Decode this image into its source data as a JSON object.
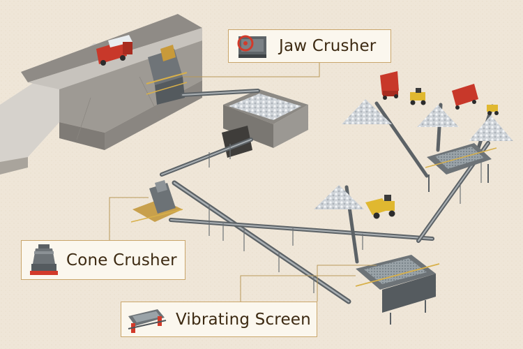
{
  "labels": {
    "jaw_crusher": "Jaw Crusher",
    "cone_crusher": "Cone Crusher",
    "vibrating_screen": "Vibrating Screen"
  },
  "icons": {
    "jaw_crusher": "jaw-crusher-icon",
    "cone_crusher": "cone-crusher-icon",
    "vibrating_screen": "vibrating-screen-icon"
  },
  "colors": {
    "background": "#efe6d8",
    "callout_border": "#c9a56a",
    "label_text": "#3d2a12",
    "accent_red": "#d23a2a",
    "truck_red": "#c8382a",
    "loader_yellow": "#e0b830",
    "stone_gray": "#bfc3c8"
  }
}
